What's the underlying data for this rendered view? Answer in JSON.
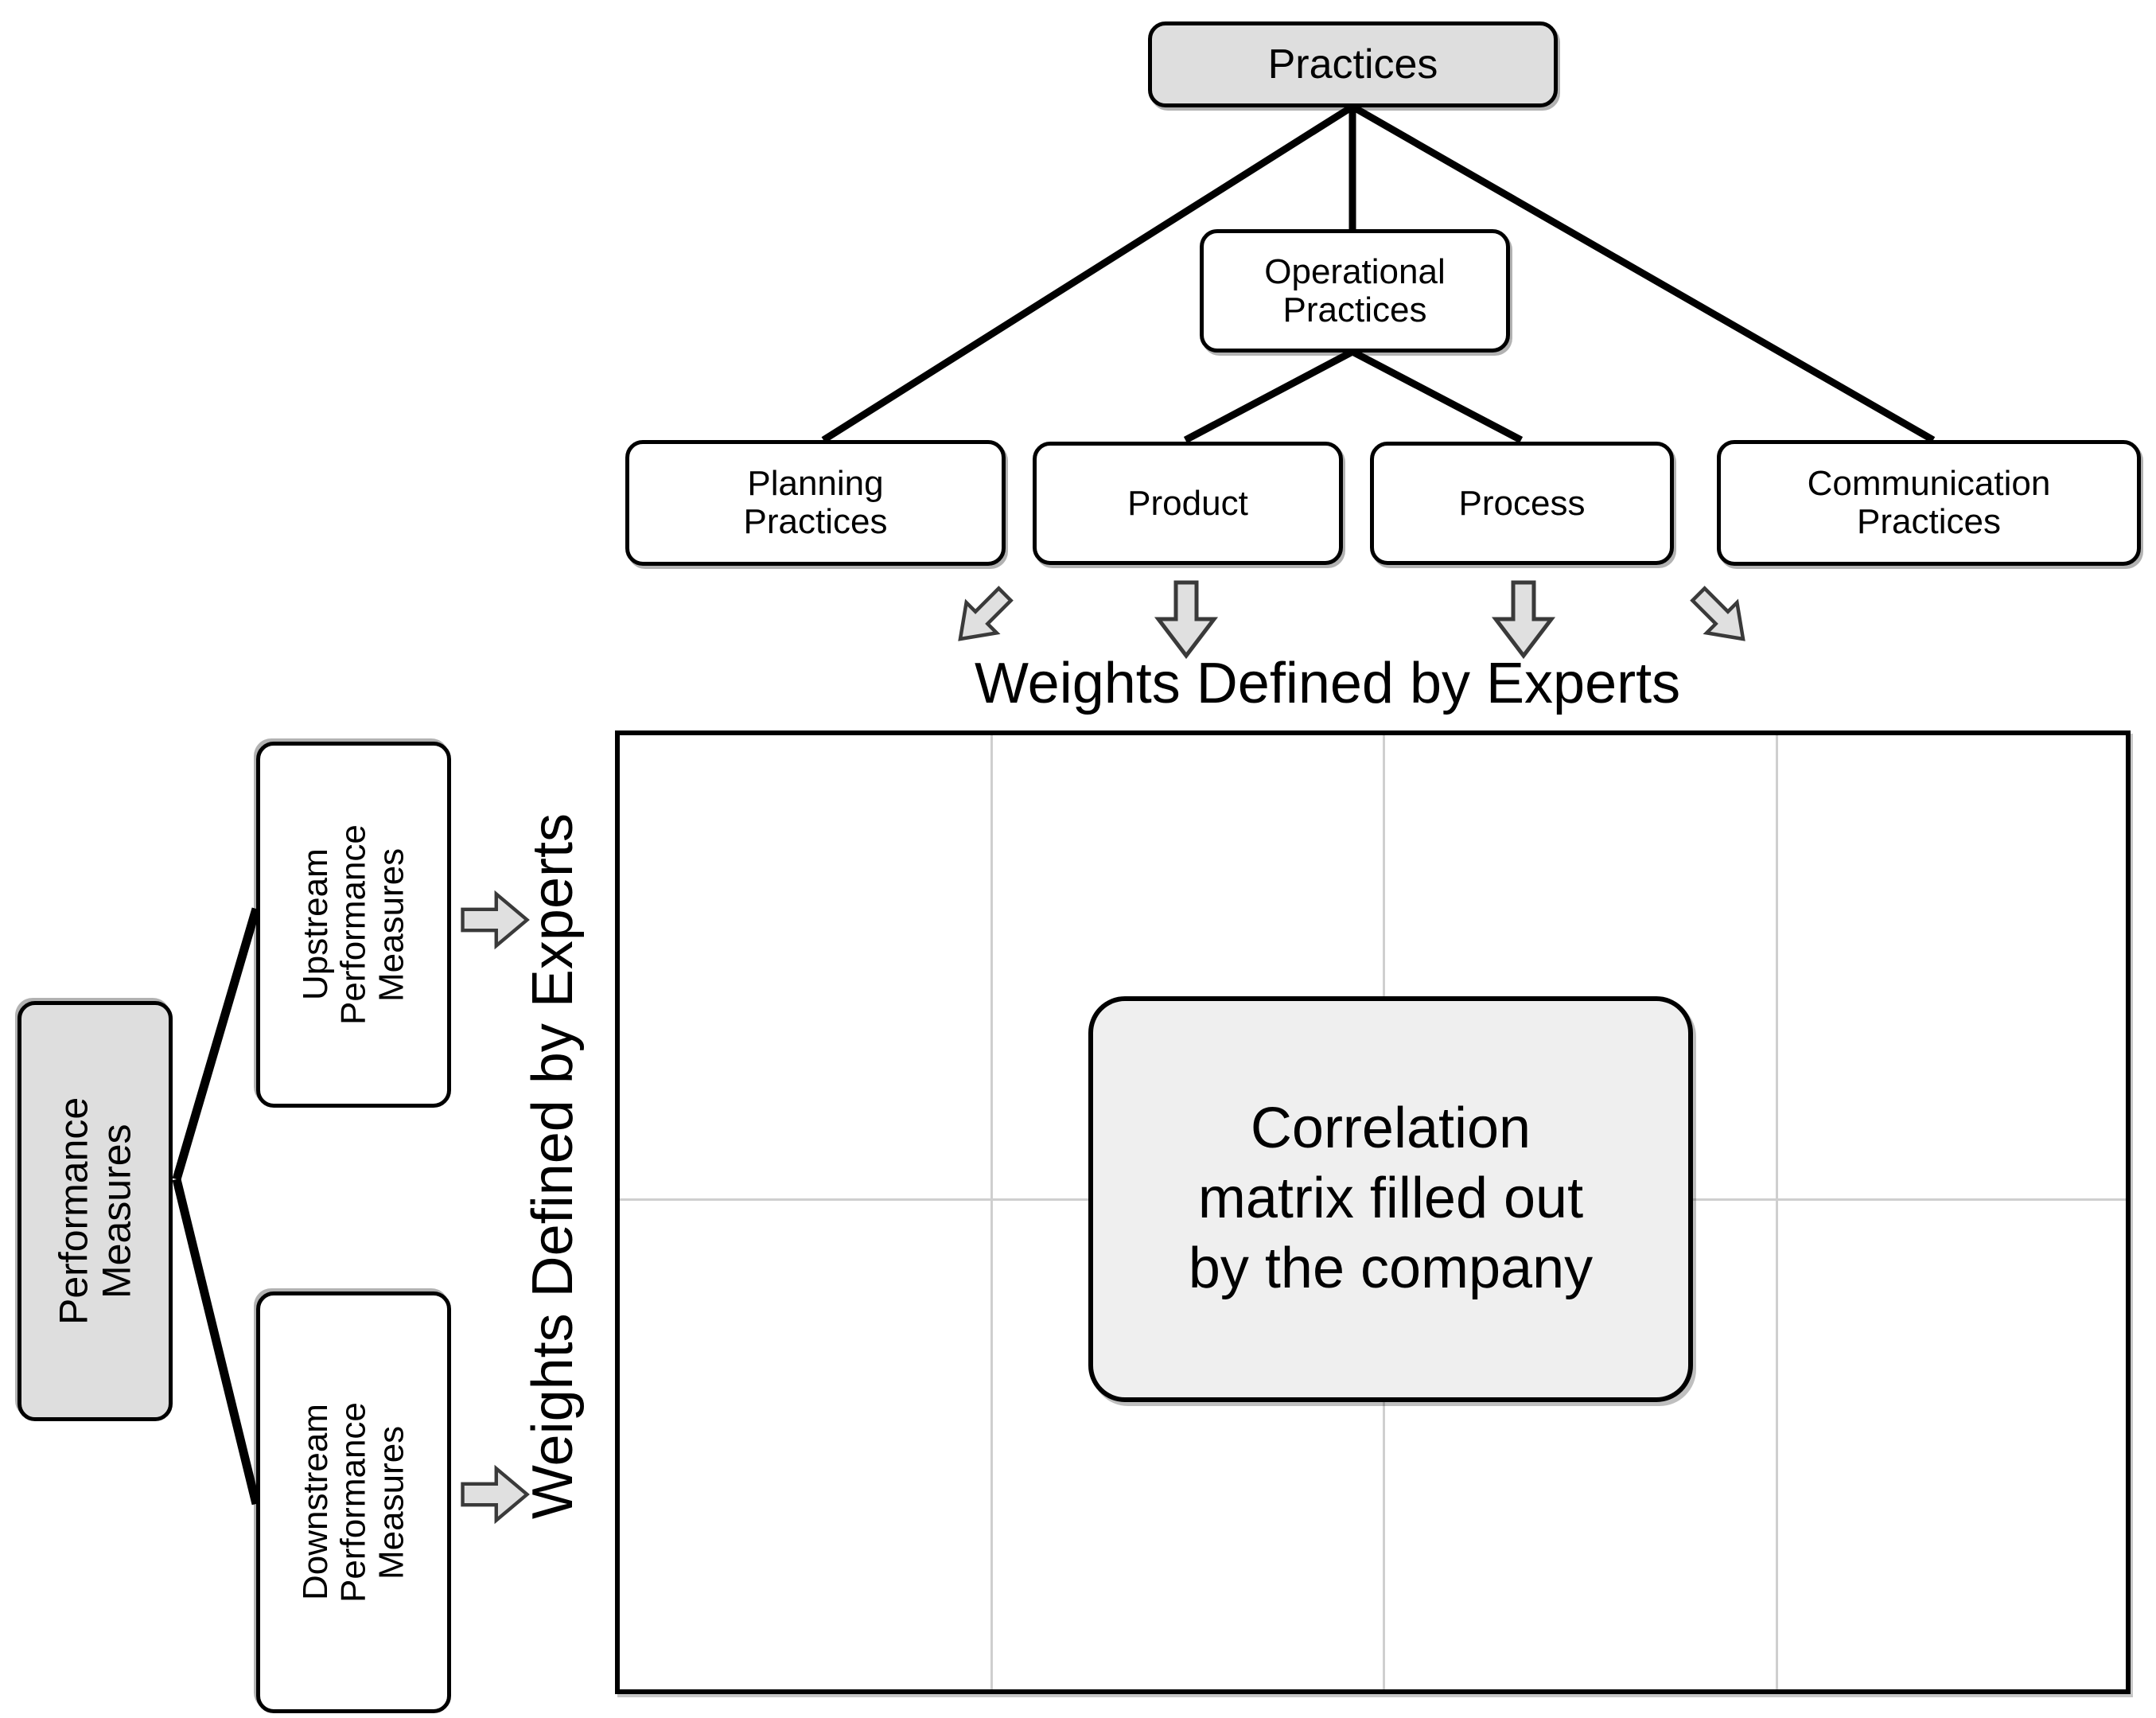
{
  "diagram": {
    "title_top": "Weights Defined by Experts",
    "title_left": "Weights Defined by Experts",
    "nodes": {
      "practices": "Practices",
      "operational_practices": "Operational\nPractices",
      "planning_practices": "Planning\nPractices",
      "product": "Product",
      "process": "Process",
      "communication_practices": "Communication\nPractices",
      "performance_measures": "Performance\nMeasures",
      "upstream_performance_measures": "Upstream\nPerformance\nMeasures",
      "downstream_performance_measures": "Downstream\nPerformance\nMeasures"
    },
    "callout": "Correlation\nmatrix filled out\nby the company",
    "icons": {
      "arrow_down": "arrow-down-icon",
      "arrow_down_right": "arrow-down-right-icon",
      "arrow_down_left": "arrow-down-left-icon",
      "arrow_right": "arrow-right-icon"
    },
    "colors": {
      "shaded_fill": "#dedede",
      "callout_fill": "#efefef",
      "stroke": "#000000",
      "gridline": "#cfcfcf",
      "arrow_fill": "#e0e0e0"
    }
  }
}
